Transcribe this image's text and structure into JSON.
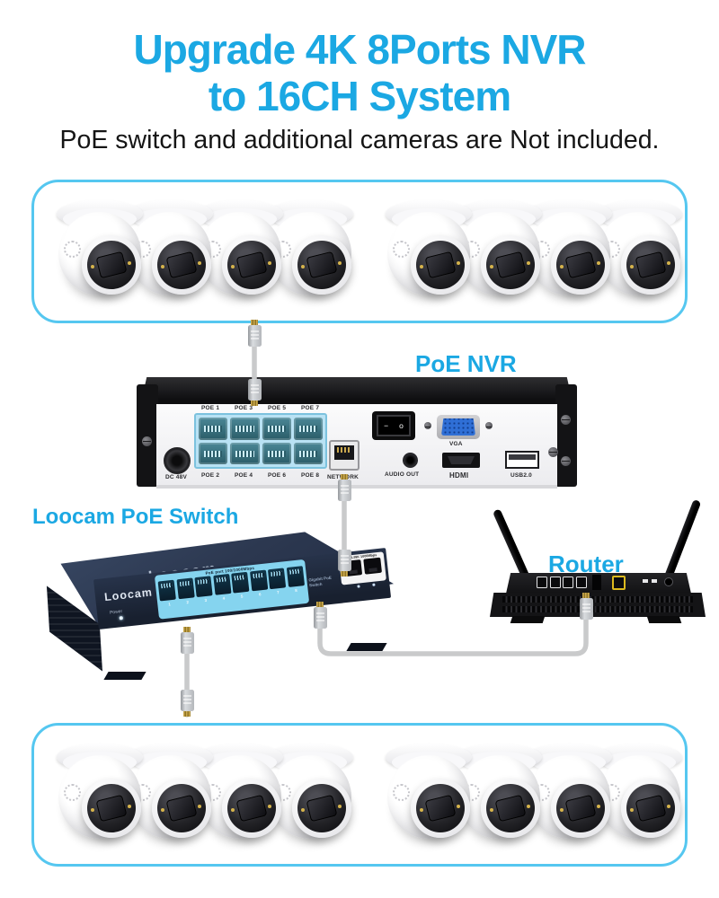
{
  "header": {
    "title_line1": "Upgrade 4K 8Ports NVR",
    "title_line2": "to 16CH System",
    "subtitle": "PoE switch and additional cameras are Not included."
  },
  "colors": {
    "accent_blue": "#1ba8e3",
    "box_border_blue": "#55c7f0",
    "poe_block_blue": "#b9e2f4",
    "switch_strip_blue": "#85d4ef",
    "vga_blue": "#2f6fd6",
    "wan_yellow": "#ddba1e",
    "cable_gray": "#c9cacb"
  },
  "camera_boxes": {
    "top_count": 8,
    "bottom_count": 8
  },
  "nvr": {
    "label": "PoE NVR",
    "dc_label": "DC 48V",
    "poe_labels_top": [
      "POE 1",
      "POE 3",
      "POE 5",
      "POE 7"
    ],
    "poe_labels_bottom": [
      "POE 2",
      "POE 4",
      "POE 6",
      "POE 8"
    ],
    "network_label": "NETWORK",
    "audio_label": "AUDIO OUT",
    "hdmi_label": "HDMI",
    "usb_label": "USB2.0",
    "vga_label": "VGA",
    "power_switch_minus": "−",
    "power_switch_o": "o"
  },
  "poe_switch": {
    "label": "Loocam PoE Switch",
    "brand_top": "Loocam",
    "brand_front": "Loocam",
    "power_label": "Power",
    "strip_label": "PoE port 100/1000Mbps",
    "port_numbers": [
      "1",
      "2",
      "3",
      "4",
      "5",
      "6",
      "7",
      "8"
    ],
    "type_label": "Gigabit PoE Switch",
    "uplink_label": "UP-LINK 1000Mbps"
  },
  "router": {
    "label": "Router"
  }
}
